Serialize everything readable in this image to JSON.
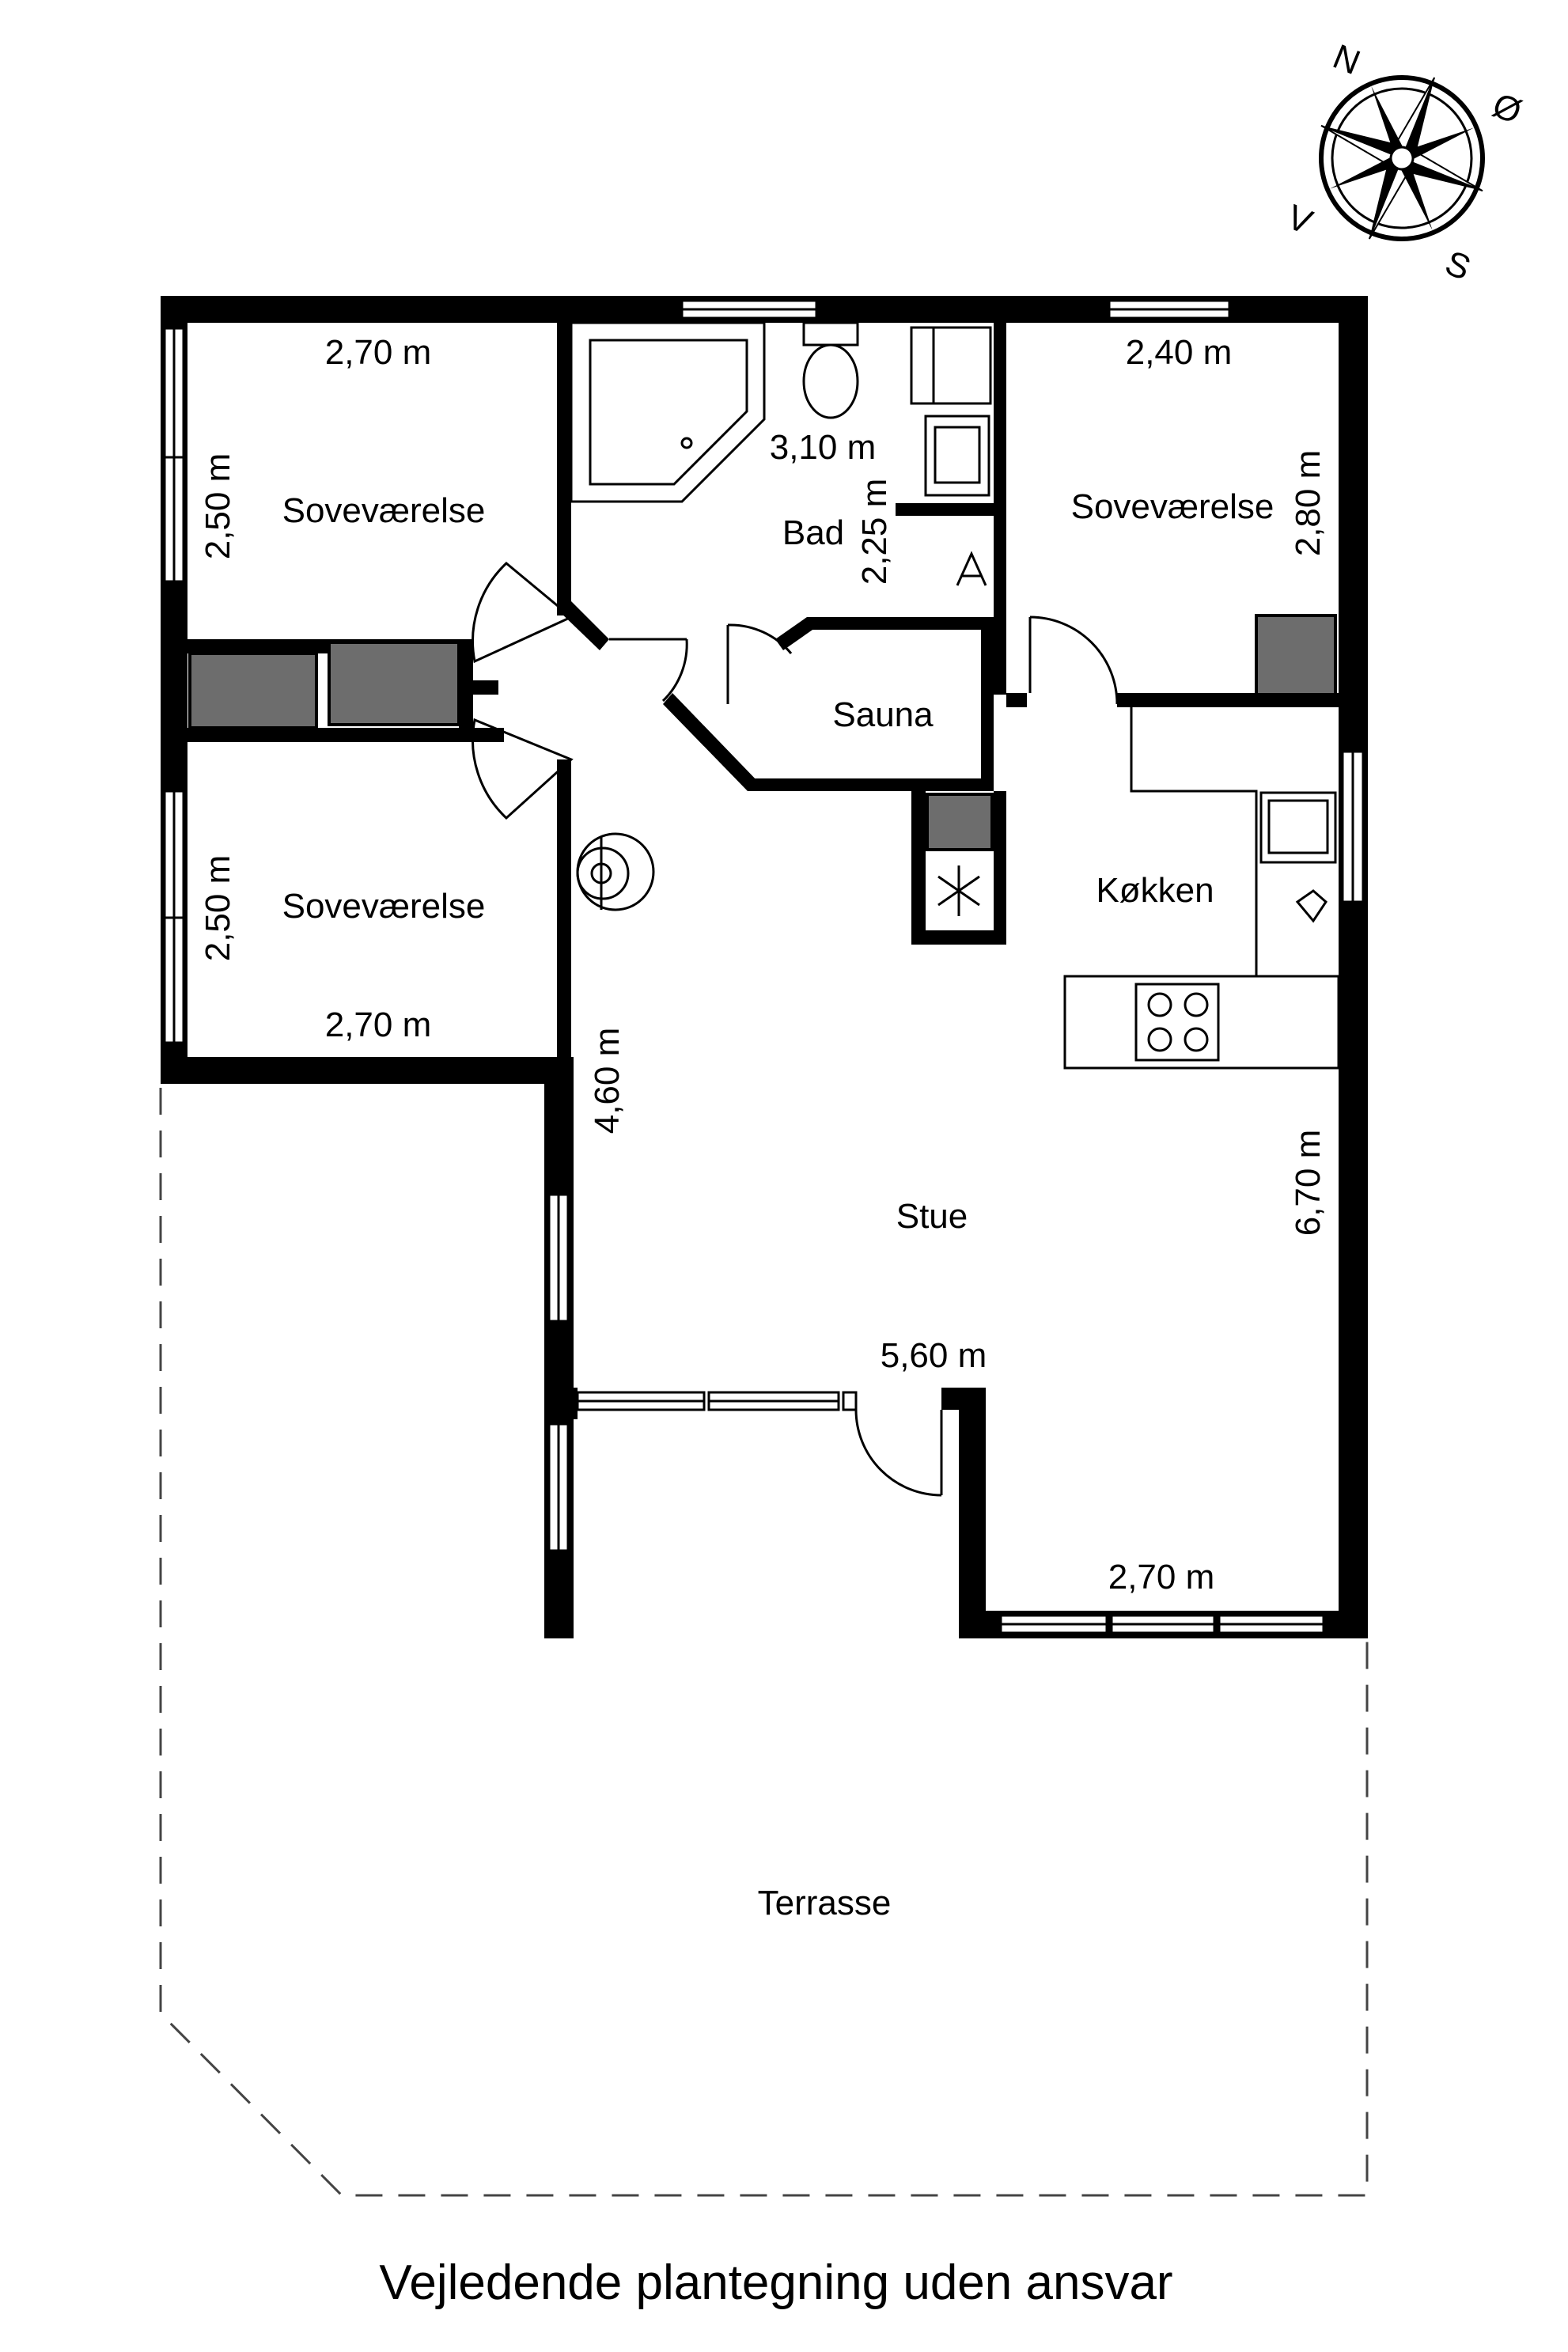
{
  "compass": {
    "north": "N",
    "east": "Ø",
    "south": "S",
    "west": "V"
  },
  "rooms": {
    "bedroom_1": "Soveværelse",
    "bedroom_2": "Soveværelse",
    "bedroom_3": "Soveværelse",
    "bathroom": "Bad",
    "sauna": "Sauna",
    "kitchen": "Køkken",
    "living_room": "Stue",
    "terrace": "Terrasse"
  },
  "dimensions": {
    "bedroom_1_width": "2,70 m",
    "bedroom_1_depth": "2,50 m",
    "bedroom_2_width": "2,70 m",
    "bedroom_2_depth": "2,50 m",
    "bathroom_width": "3,10 m",
    "bathroom_depth": "2,25 m",
    "bedroom_3_width": "2,40 m",
    "bedroom_3_depth": "2,80 m",
    "living_depth_left": "4,60 m",
    "living_depth_right": "6,70 m",
    "living_width": "5,60 m",
    "living_bay_width": "2,70 m"
  },
  "footer": {
    "disclaimer": "Vejledende plantegning uden ansvar"
  }
}
